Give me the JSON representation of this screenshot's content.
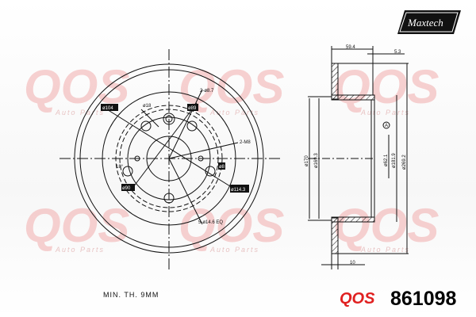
{
  "watermark": {
    "text": "QOS",
    "subtext": "Auto Parts",
    "color": "#f3b9b9"
  },
  "logo": {
    "text": "Maxtech",
    "color": "#111111"
  },
  "front_view": {
    "labels": {
      "center_bore": "ø104",
      "hole": "ø18",
      "thread_holes": "2-ø8.7",
      "hat_box": "ø89",
      "m_holes": "2-M8",
      "angle": "18°",
      "right_box": "ø8",
      "inner_box": "ø90",
      "pcd": "ø114.3",
      "bolt_holes": "5-ø14.6 EQ"
    }
  },
  "side_view": {
    "labels": {
      "height": "59.4",
      "hat_thickness": "5.3",
      "d170": "ø170",
      "d169": "ø169.3",
      "d62": "ø62.1",
      "d181": "ø181.9",
      "d269": "ø269.2",
      "datum": "A",
      "thickness": "10"
    }
  },
  "footer": {
    "min_thickness": "MIN. TH. 9MM",
    "brand": "QOS",
    "part_number": "861098",
    "brand_color": "#e02020"
  }
}
